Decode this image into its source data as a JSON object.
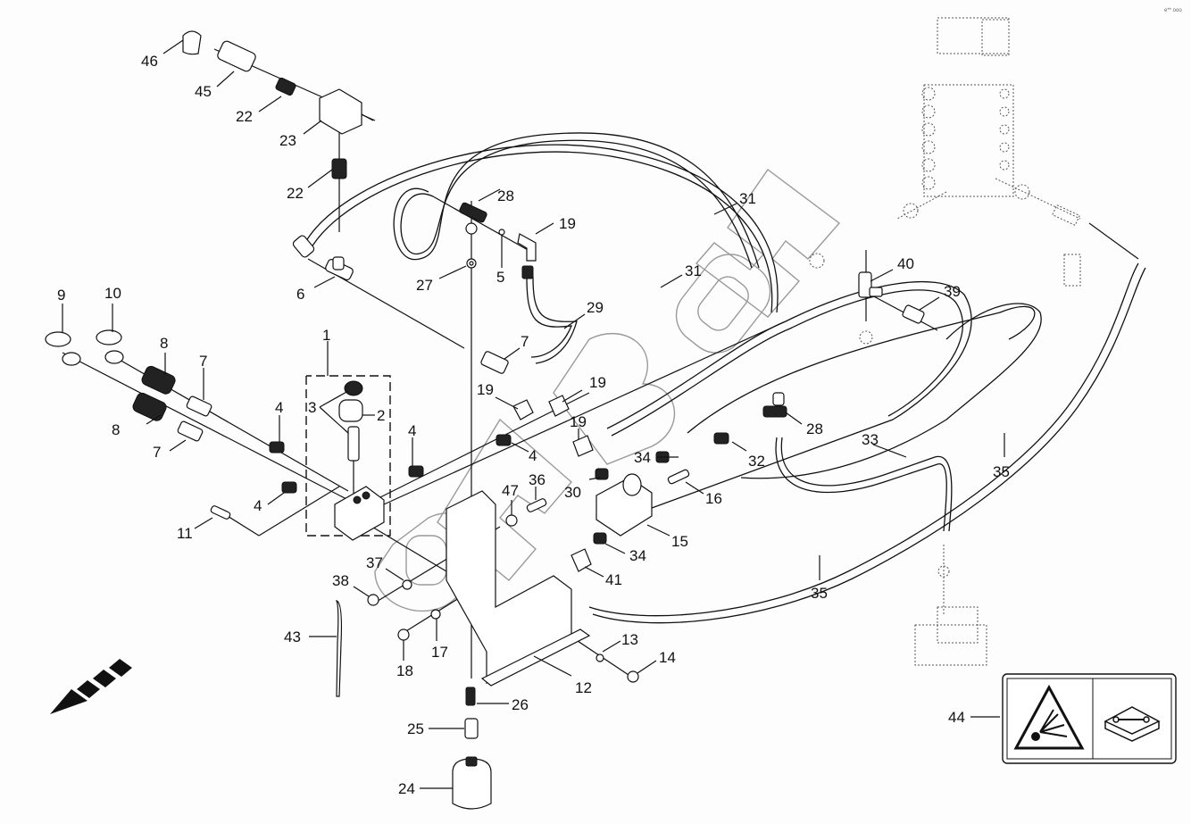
{
  "diagram": {
    "type": "exploded-parts-diagram",
    "subject": "hydraulic accumulator / solenoid valve circuit with hoses and mounting bracket",
    "watermark": "СУБЗОН",
    "corner_mark": "e** ooo",
    "direction_arrow": "front-direction-arrow",
    "callouts": [
      {
        "id": "c46",
        "label": "46",
        "part": "dust cap"
      },
      {
        "id": "c45",
        "label": "45",
        "part": "quick coupler"
      },
      {
        "id": "c22a",
        "label": "22",
        "part": "adapter"
      },
      {
        "id": "c23",
        "label": "23",
        "part": "valve block"
      },
      {
        "id": "c22b",
        "label": "22",
        "part": "adapter"
      },
      {
        "id": "c28a",
        "label": "28",
        "part": "tee fitting"
      },
      {
        "id": "c19a",
        "label": "19",
        "part": "elbow fitting"
      },
      {
        "id": "c27",
        "label": "27",
        "part": "seal washer"
      },
      {
        "id": "c5",
        "label": "5",
        "part": "o-ring"
      },
      {
        "id": "c6",
        "label": "6",
        "part": "tee fitting"
      },
      {
        "id": "c31a",
        "label": "31",
        "part": "hose"
      },
      {
        "id": "c31b",
        "label": "31",
        "part": "hose"
      },
      {
        "id": "c29",
        "label": "29",
        "part": "hose"
      },
      {
        "id": "c7a",
        "label": "7",
        "part": "adapter"
      },
      {
        "id": "c40",
        "label": "40",
        "part": "tee fitting"
      },
      {
        "id": "c39",
        "label": "39",
        "part": "adapter"
      },
      {
        "id": "c9",
        "label": "9",
        "part": "dust cap"
      },
      {
        "id": "c10",
        "label": "10",
        "part": "dust cap"
      },
      {
        "id": "c8a",
        "label": "8",
        "part": "quick coupler"
      },
      {
        "id": "c7b",
        "label": "7",
        "part": "adapter"
      },
      {
        "id": "c1",
        "label": "1",
        "part": "solenoid valve assembly"
      },
      {
        "id": "c3",
        "label": "3",
        "part": "nut / cartridge"
      },
      {
        "id": "c2",
        "label": "2",
        "part": "coil"
      },
      {
        "id": "c4a",
        "label": "4",
        "part": "adapter"
      },
      {
        "id": "c4b",
        "label": "4",
        "part": "adapter"
      },
      {
        "id": "c19b",
        "label": "19",
        "part": "elbow fitting"
      },
      {
        "id": "c19c",
        "label": "19",
        "part": "elbow fitting"
      },
      {
        "id": "c19d",
        "label": "19",
        "part": "elbow fitting"
      },
      {
        "id": "c28b",
        "label": "28",
        "part": "tee fitting"
      },
      {
        "id": "c33",
        "label": "33",
        "part": "hose"
      },
      {
        "id": "c35a",
        "label": "35",
        "part": "hose"
      },
      {
        "id": "c8b",
        "label": "8",
        "part": "quick coupler"
      },
      {
        "id": "c7c",
        "label": "7",
        "part": "adapter"
      },
      {
        "id": "c4c",
        "label": "4",
        "part": "adapter"
      },
      {
        "id": "c4d",
        "label": "4",
        "part": "adapter"
      },
      {
        "id": "c34a",
        "label": "34",
        "part": "adapter"
      },
      {
        "id": "c32",
        "label": "32",
        "part": "adapter"
      },
      {
        "id": "c36",
        "label": "36",
        "part": "bolt"
      },
      {
        "id": "c47",
        "label": "47",
        "part": "washer"
      },
      {
        "id": "c30",
        "label": "30",
        "part": "adapter"
      },
      {
        "id": "c16",
        "label": "16",
        "part": "bolt"
      },
      {
        "id": "c11",
        "label": "11",
        "part": "bolt"
      },
      {
        "id": "c15",
        "label": "15",
        "part": "valve block"
      },
      {
        "id": "c34b",
        "label": "34",
        "part": "adapter"
      },
      {
        "id": "c41",
        "label": "41",
        "part": "elbow fitting"
      },
      {
        "id": "c37",
        "label": "37",
        "part": "washer"
      },
      {
        "id": "c38",
        "label": "38",
        "part": "nut"
      },
      {
        "id": "c35b",
        "label": "35",
        "part": "hose"
      },
      {
        "id": "c43",
        "label": "43",
        "part": "cable tie"
      },
      {
        "id": "c17",
        "label": "17",
        "part": "washer"
      },
      {
        "id": "c18",
        "label": "18",
        "part": "nut"
      },
      {
        "id": "c13",
        "label": "13",
        "part": "washer"
      },
      {
        "id": "c14",
        "label": "14",
        "part": "nut"
      },
      {
        "id": "c12",
        "label": "12",
        "part": "bracket"
      },
      {
        "id": "c26",
        "label": "26",
        "part": "adapter"
      },
      {
        "id": "c25",
        "label": "25",
        "part": "adapter"
      },
      {
        "id": "c24",
        "label": "24",
        "part": "accumulator"
      },
      {
        "id": "c44",
        "label": "44",
        "part": "warning decal"
      }
    ],
    "decal": {
      "left_symbol": "explosion-hazard-triangle",
      "right_symbol": "read-service-manual-book-wrench"
    }
  }
}
